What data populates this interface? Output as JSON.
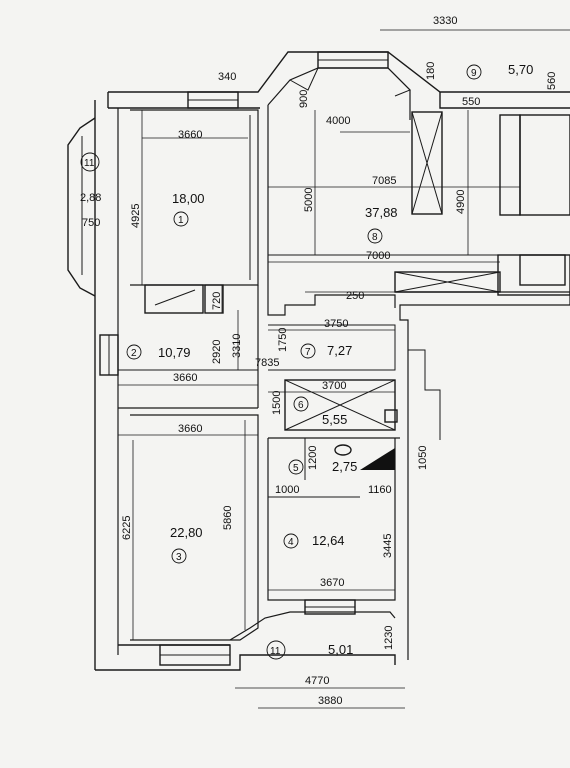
{
  "rooms": {
    "r1": {
      "number": "1",
      "area": "18,00"
    },
    "r2": {
      "number": "2",
      "area": "10,79"
    },
    "r3": {
      "number": "3",
      "area": "22,80"
    },
    "r4": {
      "number": "4",
      "area": "12,64"
    },
    "r5": {
      "number": "5",
      "area": "2,75"
    },
    "r6": {
      "number": "6",
      "area": "5,55"
    },
    "r7": {
      "number": "7",
      "area": "7,27"
    },
    "r8": {
      "number": "8",
      "area": "37,88"
    },
    "r9": {
      "number": "9",
      "area": "5,70"
    },
    "r11a": {
      "number": "11",
      "area": "2,88"
    },
    "r11b": {
      "number": "11",
      "area": "5,01"
    }
  },
  "dimensions": {
    "d3330": "3330",
    "d180": "180",
    "d550": "550",
    "d560": "560",
    "d340": "340",
    "d900": "900",
    "d4000": "4000",
    "d3660a": "3660",
    "d7085": "7085",
    "d5000": "5000",
    "d4900": "4900",
    "d4925": "4925",
    "d750": "750",
    "d7000": "7000",
    "d720": "720",
    "d250": "250",
    "d3750": "3750",
    "d1750": "1750",
    "d2920": "2920",
    "d3310": "3310",
    "d7835": "7835",
    "d3660b": "3660",
    "d3700": "3700",
    "d1500": "1500",
    "d3660c": "3660",
    "d1200": "1200",
    "d1050": "1050",
    "d1000": "1000",
    "d1160": "1160",
    "d6225": "6225",
    "d5860": "5860",
    "d3445": "3445",
    "d3670": "3670",
    "d1230": "1230",
    "d4770": "4770",
    "d3880": "3880"
  }
}
